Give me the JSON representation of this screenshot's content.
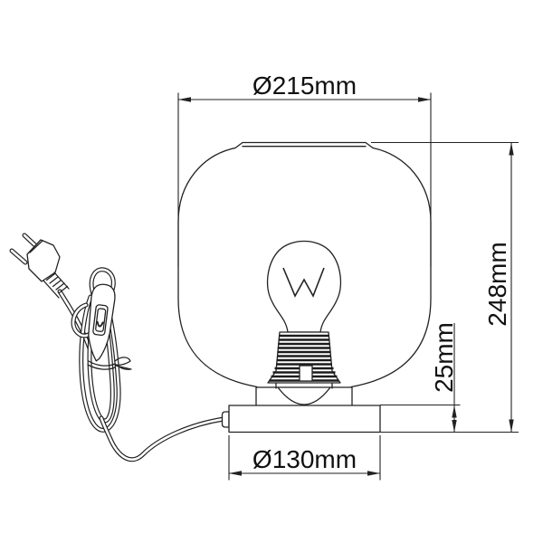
{
  "diagram": {
    "title": "Table lamp technical dimension drawing",
    "style": "black line CAD drawing on white background",
    "product_parts": [
      "rounded-cube glass shade",
      "incandescent bulb with W filament symbol",
      "E27 threaded socket",
      "cylindrical base",
      "power cord with inline rocker switch",
      "euro two-pin plug",
      "coiled cord bundle with tie"
    ],
    "dimensions": {
      "shade_diameter": "Ø215mm",
      "total_height": "248mm",
      "base_height": "25mm",
      "base_diameter": "Ø130mm"
    },
    "bulb_symbol": "W",
    "colors": {
      "line": "#222222",
      "text": "#111111",
      "background": "#ffffff"
    }
  }
}
